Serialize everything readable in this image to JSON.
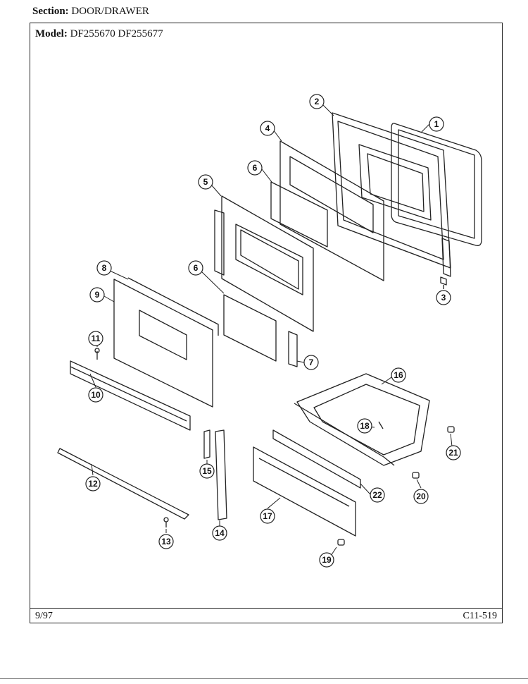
{
  "header": {
    "section_label": "Section:",
    "section_value": "DOOR/DRAWER",
    "model_label": "Model:",
    "model_value": "DF255670  DF255677"
  },
  "footer": {
    "date": "9/97",
    "code": "C11-519"
  },
  "callouts": [
    "1",
    "2",
    "3",
    "4",
    "5",
    "6",
    "6",
    "7",
    "8",
    "9",
    "10",
    "11",
    "12",
    "13",
    "14",
    "15",
    "16",
    "17",
    "18",
    "19",
    "20",
    "21",
    "22"
  ]
}
